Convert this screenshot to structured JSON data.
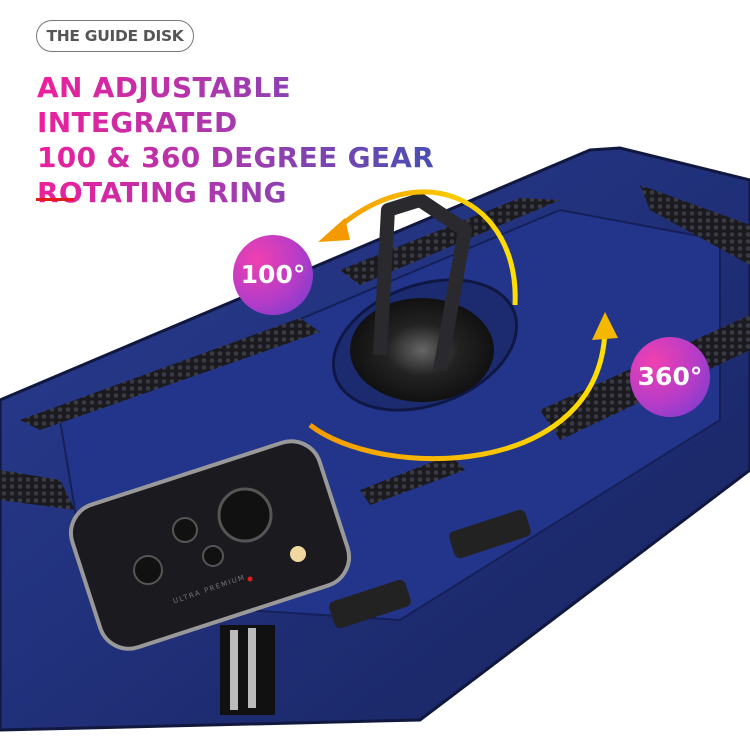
{
  "tag_label": "THE GUIDE DISK",
  "headline": {
    "line1": "AN ADJUSTABLE INTEGRATED",
    "line2": "100 & 360 DEGREE GEAR",
    "line3": "ROTATING RING"
  },
  "badges": {
    "tilt": "100°",
    "rotation": "360°"
  },
  "phone_print": "ULTRA PREMIUM",
  "colors": {
    "case": "#1f2f78",
    "accent_red": "#e01c1c",
    "arrow": "#f5b800",
    "gradient_start": "#ee1f9b",
    "gradient_end": "#2a55b5"
  }
}
